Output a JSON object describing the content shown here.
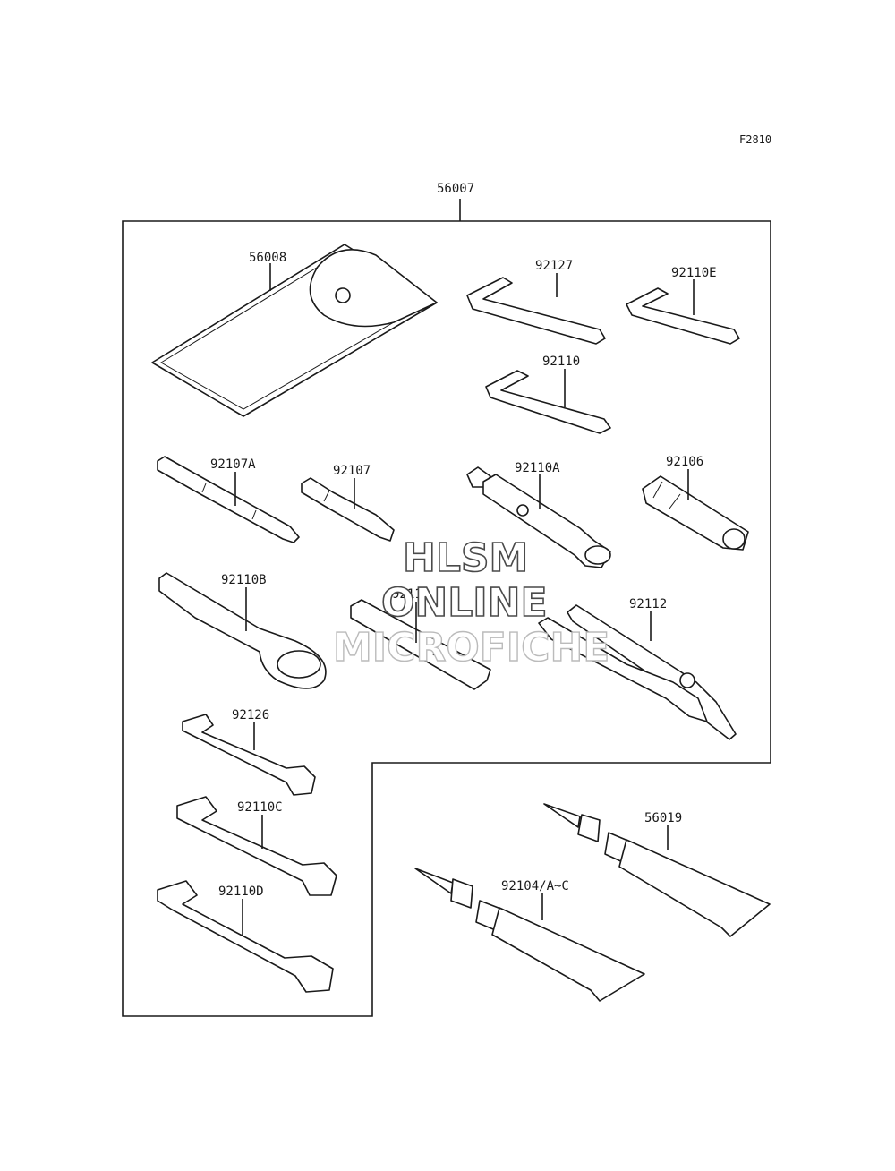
{
  "figure": {
    "code": "F2810",
    "parts": [
      {
        "number": "56007"
      },
      {
        "number": "56008"
      },
      {
        "number": "92127"
      },
      {
        "number": "92110E"
      },
      {
        "number": "92110"
      },
      {
        "number": "92107A"
      },
      {
        "number": "92107"
      },
      {
        "number": "92110A"
      },
      {
        "number": "92106"
      },
      {
        "number": "92110B"
      },
      {
        "number": "92111"
      },
      {
        "number": "92112"
      },
      {
        "number": "92126"
      },
      {
        "number": "92110C"
      },
      {
        "number": "92110D"
      },
      {
        "number": "56019"
      },
      {
        "number": "92104/A~C"
      }
    ]
  },
  "watermark": {
    "line1": "HLSM",
    "line2": "ONLINE",
    "line3": "MICROFICHE"
  }
}
